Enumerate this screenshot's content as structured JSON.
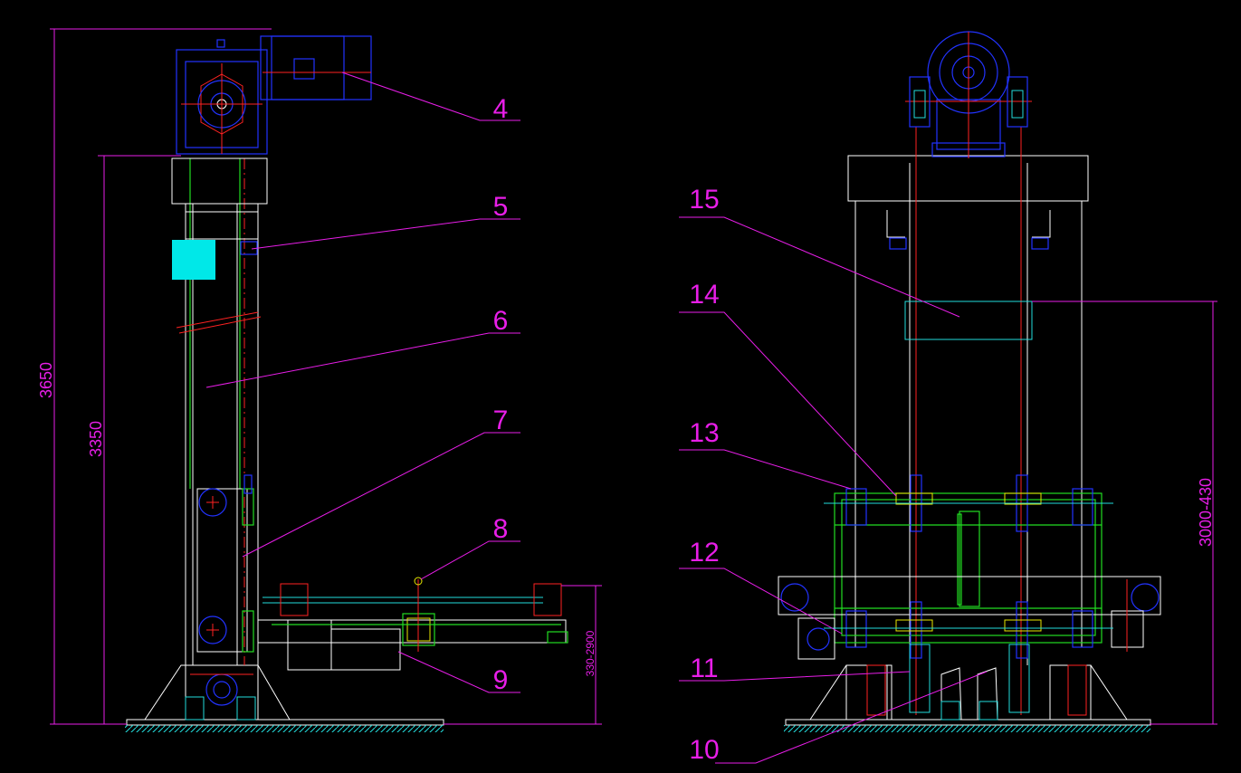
{
  "dimensions": {
    "overall_height": "3650",
    "working_height": "3350",
    "lift_range": "330-2900",
    "travel_range": "3000-430"
  },
  "balloons": {
    "b4": "4",
    "b5": "5",
    "b6": "6",
    "b7": "7",
    "b8": "8",
    "b9": "9",
    "b10": "10",
    "b11": "11",
    "b12": "12",
    "b13": "13",
    "b14": "14",
    "b15": "15"
  },
  "colors": {
    "background": "#000000",
    "dimension": "#e81ee8",
    "outline": "#ffffff",
    "motor": "#2233ff",
    "frame": "#22dd22",
    "centerline": "#ff2222",
    "highlight": "#22dddd"
  }
}
